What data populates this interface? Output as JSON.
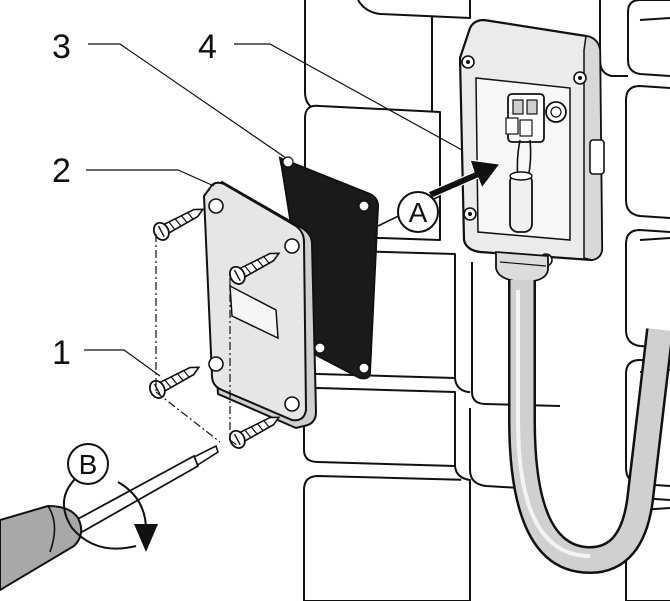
{
  "callouts": {
    "c1": "1",
    "c2": "2",
    "c3": "3",
    "c4": "4"
  },
  "badges": {
    "a": "A",
    "b": "B"
  },
  "colors": {
    "outline": "#111111",
    "wall": "#ffffff",
    "plate": "#e6e6e6",
    "gasket": "#1a1a1a",
    "box": "#ebebeb",
    "cable": "#d0d0d0",
    "screwdriver_handle": "#a8a8a8"
  }
}
